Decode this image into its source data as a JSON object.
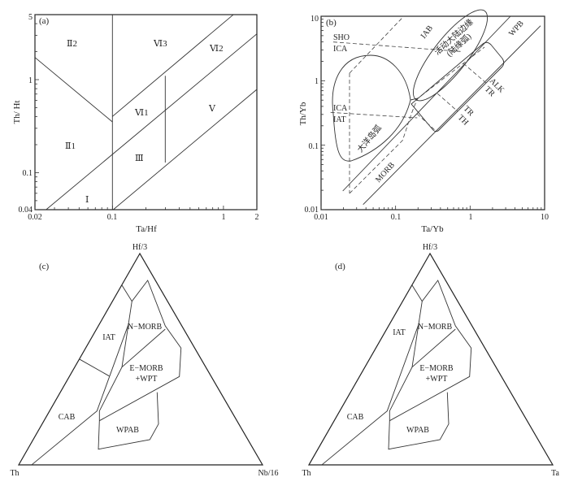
{
  "panel_a": {
    "tag": "(a)",
    "xlabel": "Ta/Hf",
    "ylabel": "Th/ Ht",
    "xticks": [
      "0.02",
      "0.1",
      "1",
      "2"
    ],
    "yticks": [
      "5",
      "1",
      "0.1",
      "0.04"
    ],
    "regions": [
      "Ⅱ2",
      "Ⅵ3",
      "Ⅵ2",
      "Ⅵ1",
      "Ⅴ",
      "Ⅱ1",
      "Ⅲ",
      "Ⅰ"
    ]
  },
  "panel_b": {
    "tag": "(b)",
    "xlabel": "Ta/Yb",
    "ylabel": "Th/Yb",
    "xticks": [
      "0.01",
      "0.1",
      "1",
      "10"
    ],
    "yticks": [
      "10",
      "1",
      "0.1",
      "0.01"
    ],
    "labels": {
      "sho": "SHO",
      "ica1": "ICA",
      "ica2": "ICA",
      "iat": "IAT",
      "iab": "IAB",
      "acm1": "活动大陆边缘",
      "acm2": "(陆缘弧)",
      "wpb": "WPB",
      "alk": "ALK",
      "tr1": "TR",
      "tr2": "TR",
      "th": "TH",
      "oia": "大洋岛弧",
      "morb": "MORB"
    }
  },
  "panel_c": {
    "tag": "(c)",
    "apex": "Hf/3",
    "left": "Th",
    "right": "Nb/16",
    "regions": {
      "iat": "IAT",
      "nmorb": "N−MORB",
      "emorb": "E−MORB",
      "wpt": "+WPT",
      "cab": "CAB",
      "wpab": "WPAB"
    }
  },
  "panel_d": {
    "tag": "(d)",
    "apex": "Hf/3",
    "left": "Th",
    "right": "Ta",
    "regions": {
      "iat": "IAT",
      "nmorb": "N−MORB",
      "emorb": "E−MORB",
      "wpt": "+WPT",
      "cab": "CAB",
      "wpab": "WPAB"
    }
  }
}
